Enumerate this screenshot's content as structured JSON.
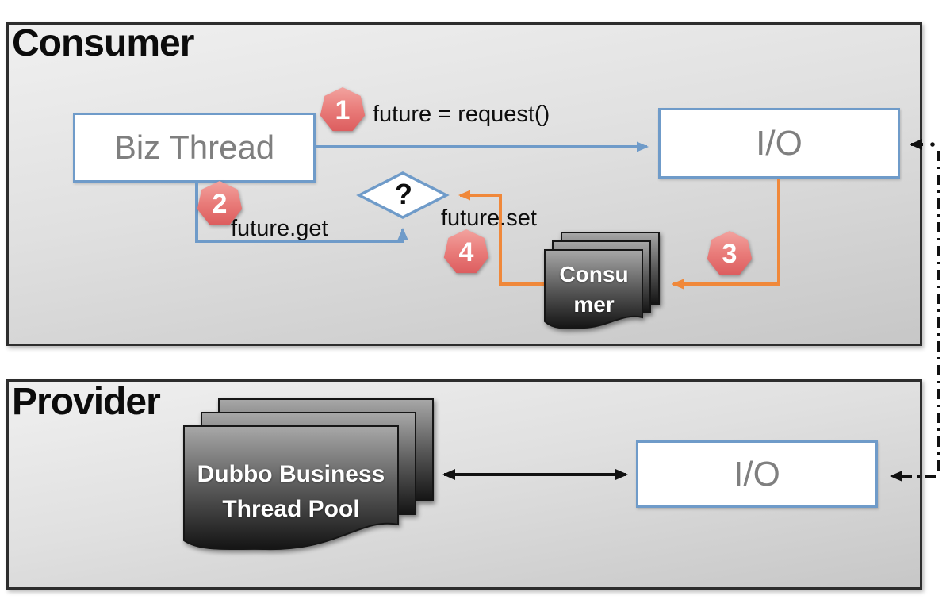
{
  "colors": {
    "accent-blue": "#6f9bc9",
    "accent-orange": "#f0883a",
    "line-black": "#111111",
    "panel-border": "#2d2d2d",
    "text-gray": "#7f7f7f",
    "badge-top": "#f2a39f",
    "badge-bottom": "#db5a5c"
  },
  "consumer_panel": {
    "title": "Consumer",
    "biz_thread_box": {
      "label": "Biz Thread"
    },
    "io_box": {
      "label": "I/O"
    },
    "decision": {
      "label": "?"
    },
    "consumer_stack": {
      "label": "Consu\nmer"
    },
    "steps": {
      "step1": {
        "number": "1",
        "label": "future = request()"
      },
      "step2": {
        "number": "2",
        "label": "future.get"
      },
      "step3": {
        "number": "3",
        "label": ""
      },
      "step4": {
        "number": "4",
        "label": "future.set"
      }
    }
  },
  "provider_panel": {
    "title": "Provider",
    "thread_pool_stack": {
      "label": "Dubbo Business\nThread Pool"
    },
    "io_box": {
      "label": "I/O"
    }
  }
}
